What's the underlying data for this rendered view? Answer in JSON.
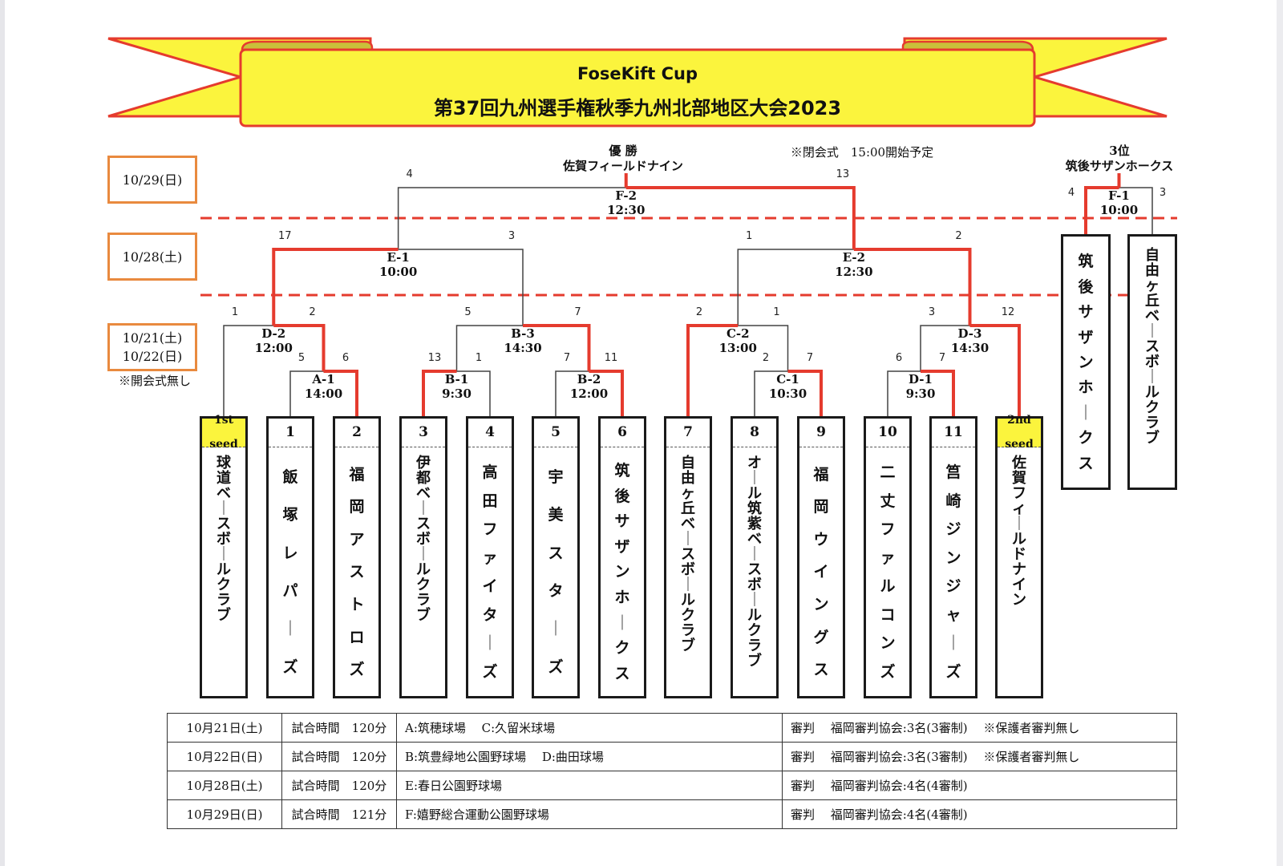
{
  "title": {
    "line1": "FoseKift Cup",
    "line2": "第37回九州選手権秋季九州北部地区大会2023"
  },
  "colors": {
    "banner_fill": "#fbf43d",
    "banner_stroke": "#e53b2e",
    "winner_line": "#e53b2e",
    "loser_line": "#444444",
    "date_box_border": "#e98a3f",
    "seed_fill": "#fbf43d"
  },
  "date_labels": [
    {
      "lines": [
        "10/29(日)"
      ]
    },
    {
      "lines": [
        "10/28(土)"
      ]
    },
    {
      "lines": [
        "10/21(土)",
        "10/22(日)"
      ]
    }
  ],
  "no_opening_note": "※開会式無し",
  "closing_note": "※閉会式　15:00開始予定",
  "champion": {
    "heading": "優 勝",
    "team": "佐賀フィールドナイン"
  },
  "third_place": {
    "heading": "3位",
    "team": "筑後サザンホークス"
  },
  "teams": [
    {
      "slot": "1st seed",
      "seed": true,
      "name": "球道ベースボールクラブ"
    },
    {
      "slot": "1",
      "seed": false,
      "name": "飯塚レパーズ"
    },
    {
      "slot": "2",
      "seed": false,
      "name": "福岡アストロズ"
    },
    {
      "slot": "3",
      "seed": false,
      "name": "伊都ベースボールクラブ"
    },
    {
      "slot": "4",
      "seed": false,
      "name": "高田ファイターズ"
    },
    {
      "slot": "5",
      "seed": false,
      "name": "宇美スターズ"
    },
    {
      "slot": "6",
      "seed": false,
      "name": "筑後サザンホークス"
    },
    {
      "slot": "7",
      "seed": false,
      "name": "自由ヶ丘ベースボールクラブ"
    },
    {
      "slot": "8",
      "seed": false,
      "name": "オール筑紫ベースボールクラブ"
    },
    {
      "slot": "9",
      "seed": false,
      "name": "福岡ウイングス"
    },
    {
      "slot": "10",
      "seed": false,
      "name": "二丈ファルコンズ"
    },
    {
      "slot": "11",
      "seed": false,
      "name": "筥崎ジンジャーズ"
    },
    {
      "slot": "2nd seed",
      "seed": true,
      "name": "佐賀フィールドナイン"
    }
  ],
  "matches": [
    {
      "id": "A-1",
      "time": "14:00",
      "left": {
        "team": 1
      },
      "right": {
        "team": 2
      },
      "score_left": "5",
      "score_right": "6",
      "winner": "right"
    },
    {
      "id": "B-1",
      "time": "9:30",
      "left": {
        "team": 3
      },
      "right": {
        "team": 4
      },
      "score_left": "13",
      "score_right": "1",
      "winner": "left"
    },
    {
      "id": "B-2",
      "time": "12:00",
      "left": {
        "team": 5
      },
      "right": {
        "team": 6
      },
      "score_left": "7",
      "score_right": "11",
      "winner": "right"
    },
    {
      "id": "C-1",
      "time": "10:30",
      "left": {
        "team": 8
      },
      "right": {
        "team": 9
      },
      "score_left": "2",
      "score_right": "7",
      "winner": "right"
    },
    {
      "id": "D-1",
      "time": "9:30",
      "left": {
        "team": 10
      },
      "right": {
        "team": 11
      },
      "score_left": "6",
      "score_right": "7",
      "winner": "right"
    },
    {
      "id": "D-2",
      "time": "12:00",
      "left": {
        "team": 0
      },
      "right": {
        "match": "A-1"
      },
      "score_left": "1",
      "score_right": "2",
      "winner": "right"
    },
    {
      "id": "B-3",
      "time": "14:30",
      "left": {
        "match": "B-1"
      },
      "right": {
        "match": "B-2"
      },
      "score_left": "5",
      "score_right": "7",
      "winner": "right"
    },
    {
      "id": "C-2",
      "time": "13:00",
      "left": {
        "team": 7
      },
      "right": {
        "match": "C-1"
      },
      "score_left": "2",
      "score_right": "1",
      "winner": "left"
    },
    {
      "id": "D-3",
      "time": "14:30",
      "left": {
        "match": "D-1"
      },
      "right": {
        "team": 12
      },
      "score_left": "3",
      "score_right": "12",
      "winner": "right"
    },
    {
      "id": "E-1",
      "time": "10:00",
      "left": {
        "match": "D-2"
      },
      "right": {
        "match": "B-3"
      },
      "score_left": "17",
      "score_right": "3",
      "winner": "left"
    },
    {
      "id": "E-2",
      "time": "12:30",
      "left": {
        "match": "C-2"
      },
      "right": {
        "match": "D-3"
      },
      "score_left": "1",
      "score_right": "2",
      "winner": "right"
    },
    {
      "id": "F-2",
      "time": "12:30",
      "left": {
        "match": "E-1"
      },
      "right": {
        "match": "E-2"
      },
      "score_left": "4",
      "score_right": "13",
      "winner": "right"
    }
  ],
  "third_place_match": {
    "id": "F-1",
    "time": "10:00",
    "teams": [
      "筑後サザンホークス",
      "自由ヶ丘ベースボールクラブ"
    ],
    "score_left": "4",
    "score_right": "3",
    "winner": "left"
  },
  "schedule_table": [
    {
      "date": "10月21日(土)",
      "game_time": "試合時間　120分",
      "venue": "A:筑穂球場　 C:久留米球場",
      "referee": "審判　 福岡審判協会:3名(3審制)　 ※保護者審判無し"
    },
    {
      "date": "10月22日(日)",
      "game_time": "試合時間　120分",
      "venue": "B:筑豊緑地公園野球場　 D:曲田球場",
      "referee": "審判　 福岡審判協会:3名(3審制)　 ※保護者審判無し"
    },
    {
      "date": "10月28日(土)",
      "game_time": "試合時間　120分",
      "venue": "E:春日公園野球場",
      "referee": "審判　 福岡審判協会:4名(4審制)"
    },
    {
      "date": "10月29日(日)",
      "game_time": "試合時間　121分",
      "venue": "F:嬉野総合運動公園野球場",
      "referee": "審判　 福岡審判協会:4名(4審制)"
    }
  ]
}
